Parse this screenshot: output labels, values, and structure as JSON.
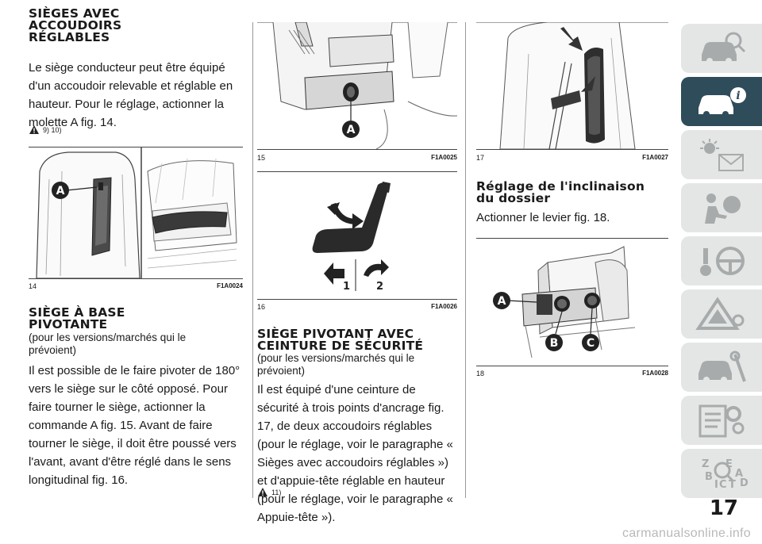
{
  "col1": {
    "heading1": [
      "SIÈGES AVEC",
      "ACCOUDOIRS",
      "RÉGLABLES"
    ],
    "para1": "Le siège conducteur peut être équipé d'un accoudoir relevable et réglable en hauteur. Pour le réglage, actionner la molette A fig. 14.",
    "warn1": "9) 10)",
    "fig14": {
      "num": "14",
      "code": "F1A0024",
      "label_a": "A"
    },
    "heading2": [
      "SIÈGE À BASE",
      "PIVOTANTE"
    ],
    "sub2": "(pour les versions/marchés qui le prévoient)",
    "para2": "Il est possible de le faire pivoter de 180° vers le siège sur le côté opposé. Pour faire tourner le siège, actionner la commande A fig. 15. Avant de faire tourner le siège, il doit être poussé vers l'avant, avant d'être réglé dans le sens longitudinal fig. 16."
  },
  "col2": {
    "fig15": {
      "num": "15",
      "code": "F1A0025",
      "label_a": "A"
    },
    "fig16": {
      "num": "16",
      "code": "F1A0026",
      "label_1": "1",
      "label_2": "2"
    },
    "heading3": [
      "SIÈGE PIVOTANT AVEC",
      "CEINTURE DE SÉCURITÉ"
    ],
    "sub3": "(pour les versions/marchés qui le prévoient)",
    "para3": "Il est équipé d'une ceinture de sécurité à trois points d'ancrage fig. 17, de deux accoudoirs réglables (pour le réglage, voir le paragraphe « Sièges avec accoudoirs réglables ») et d'appuie-tête réglable en hauteur (pour le réglage, voir le paragraphe « Appuie-tête »).",
    "warn3": "11)"
  },
  "col3": {
    "fig17": {
      "num": "17",
      "code": "F1A0027"
    },
    "heading4": [
      "Réglage de l'inclinaison",
      "du dossier"
    ],
    "para4": "Actionner le levier fig. 18.",
    "fig18": {
      "num": "18",
      "code": "F1A0028",
      "label_a": "A",
      "label_b": "B",
      "label_c": "C"
    }
  },
  "sidebar": {
    "tabs": [
      {
        "icon": "dashboard-car-icon",
        "active": false
      },
      {
        "icon": "car-info-icon",
        "active": true
      },
      {
        "icon": "warning-lights-icon",
        "active": false
      },
      {
        "icon": "safety-airbag-icon",
        "active": false
      },
      {
        "icon": "starting-driving-icon",
        "active": false
      },
      {
        "icon": "emergency-triangle-icon",
        "active": false
      },
      {
        "icon": "maintenance-icon",
        "active": false
      },
      {
        "icon": "technical-data-icon",
        "active": false
      },
      {
        "icon": "index-icon",
        "active": false
      }
    ],
    "colors": {
      "active": "#2f4c5a",
      "inactive": "#e4e6e6",
      "icon_inactive": "#a8abab"
    }
  },
  "page_number": "17",
  "watermark": "carmanualsonline.info"
}
